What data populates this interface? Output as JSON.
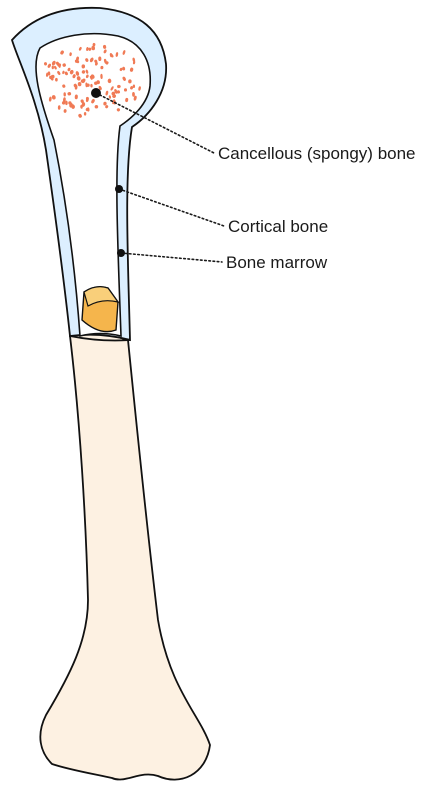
{
  "labels": {
    "cancellous": "Cancellous (spongy) bone",
    "cortical": "Cortical bone",
    "marrow": "Bone marrow"
  },
  "colors": {
    "bone_fill": "#fdf1e2",
    "cortical_fill": "#dcefff",
    "outline": "#111111",
    "spongy_dots": "#f07a55",
    "marrow_fill": "#f5b54c",
    "marrow_top": "#f9cf7a"
  }
}
